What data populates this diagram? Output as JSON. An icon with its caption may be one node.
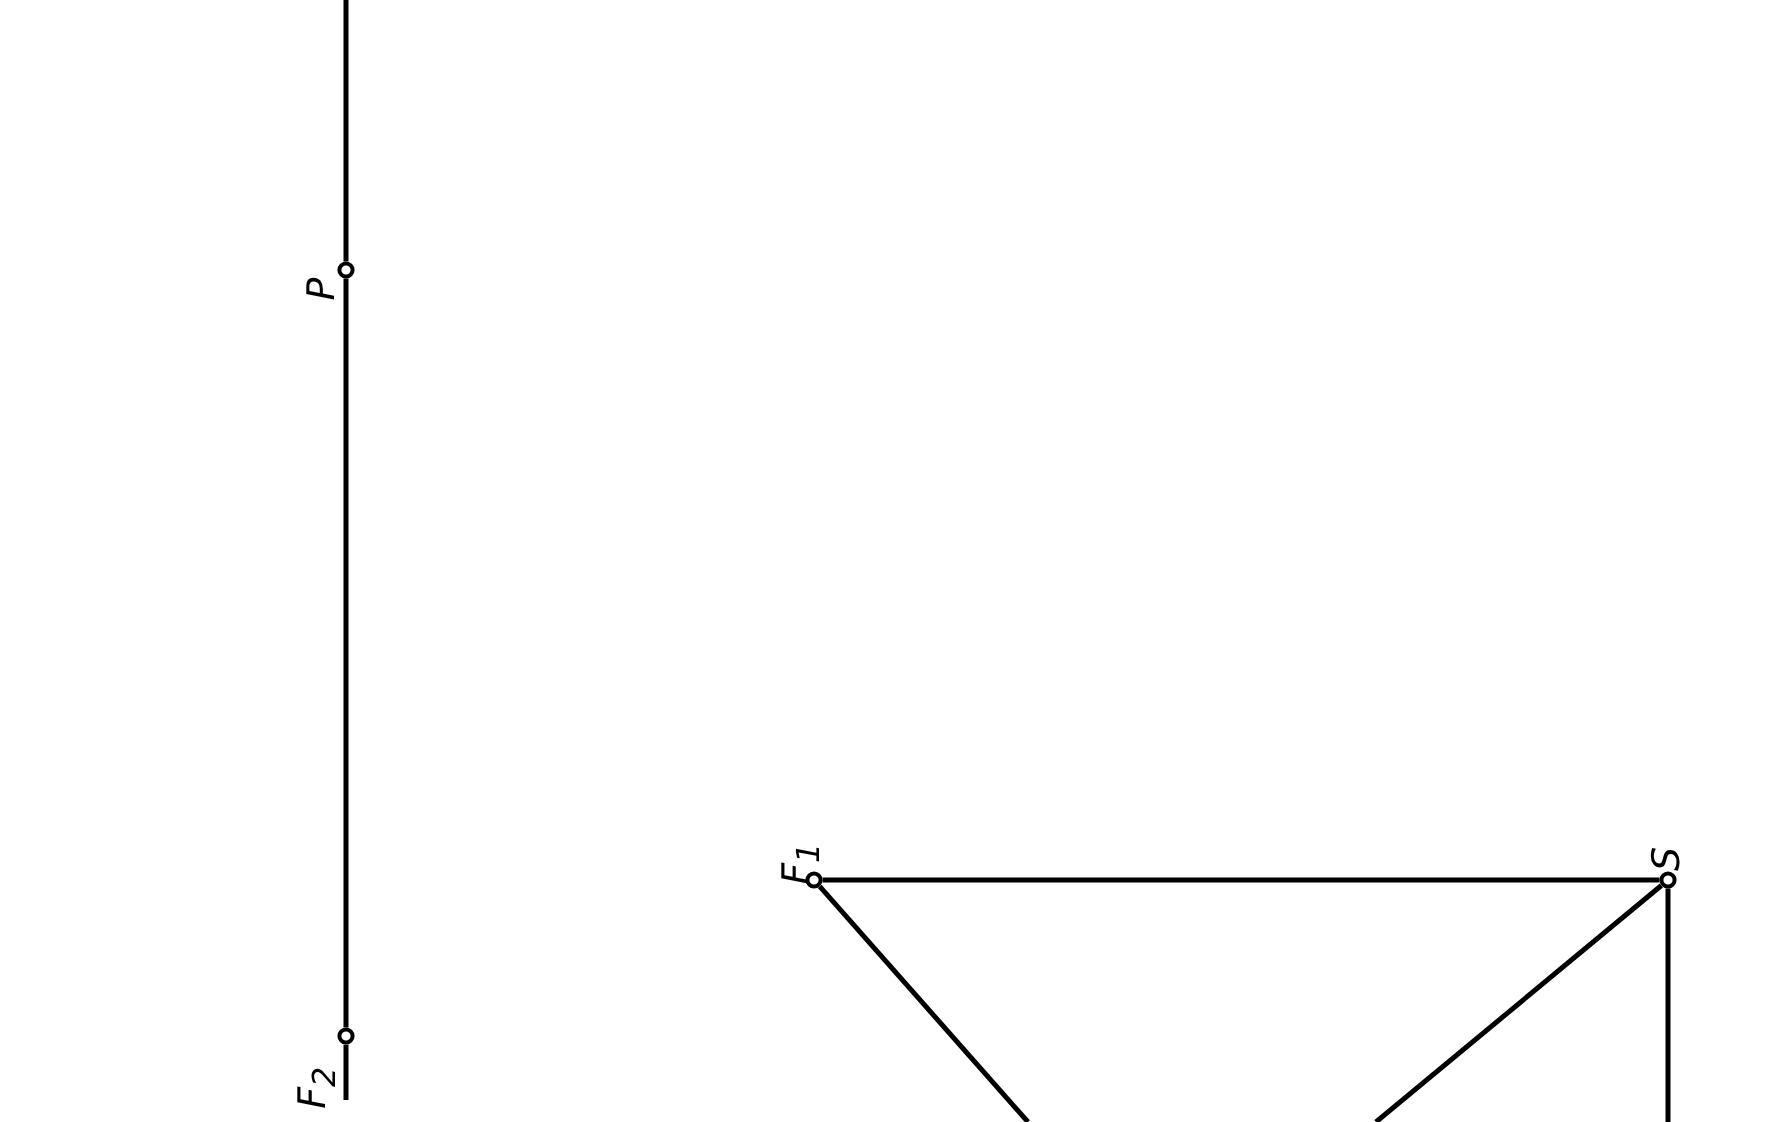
{
  "diagram": {
    "nodes": [
      {
        "text": [
          "P"
        ]
      },
      {
        "text": [
          "F$_{2}$"
        ]
      },
      {
        "text": [
          "F$_{1}$"
        ]
      },
      {
        "text": [
          "S"
        ]
      }
    ],
    "edges": [
      {
        "from": null,
        "to": 0,
        "arrow": "none"
      },
      {
        "from": 0,
        "to": 1,
        "arrow": "none"
      },
      {
        "from": 1,
        "to": null,
        "arrow": "none"
      },
      {
        "from": 2,
        "to": 3,
        "arrow": "none"
      },
      {
        "from": 2,
        "to": null,
        "arrow": "none"
      },
      {
        "from": 3,
        "to": null,
        "arrow": "none"
      },
      {
        "from": 3,
        "to": null,
        "arrow": "none"
      }
    ]
  }
}
